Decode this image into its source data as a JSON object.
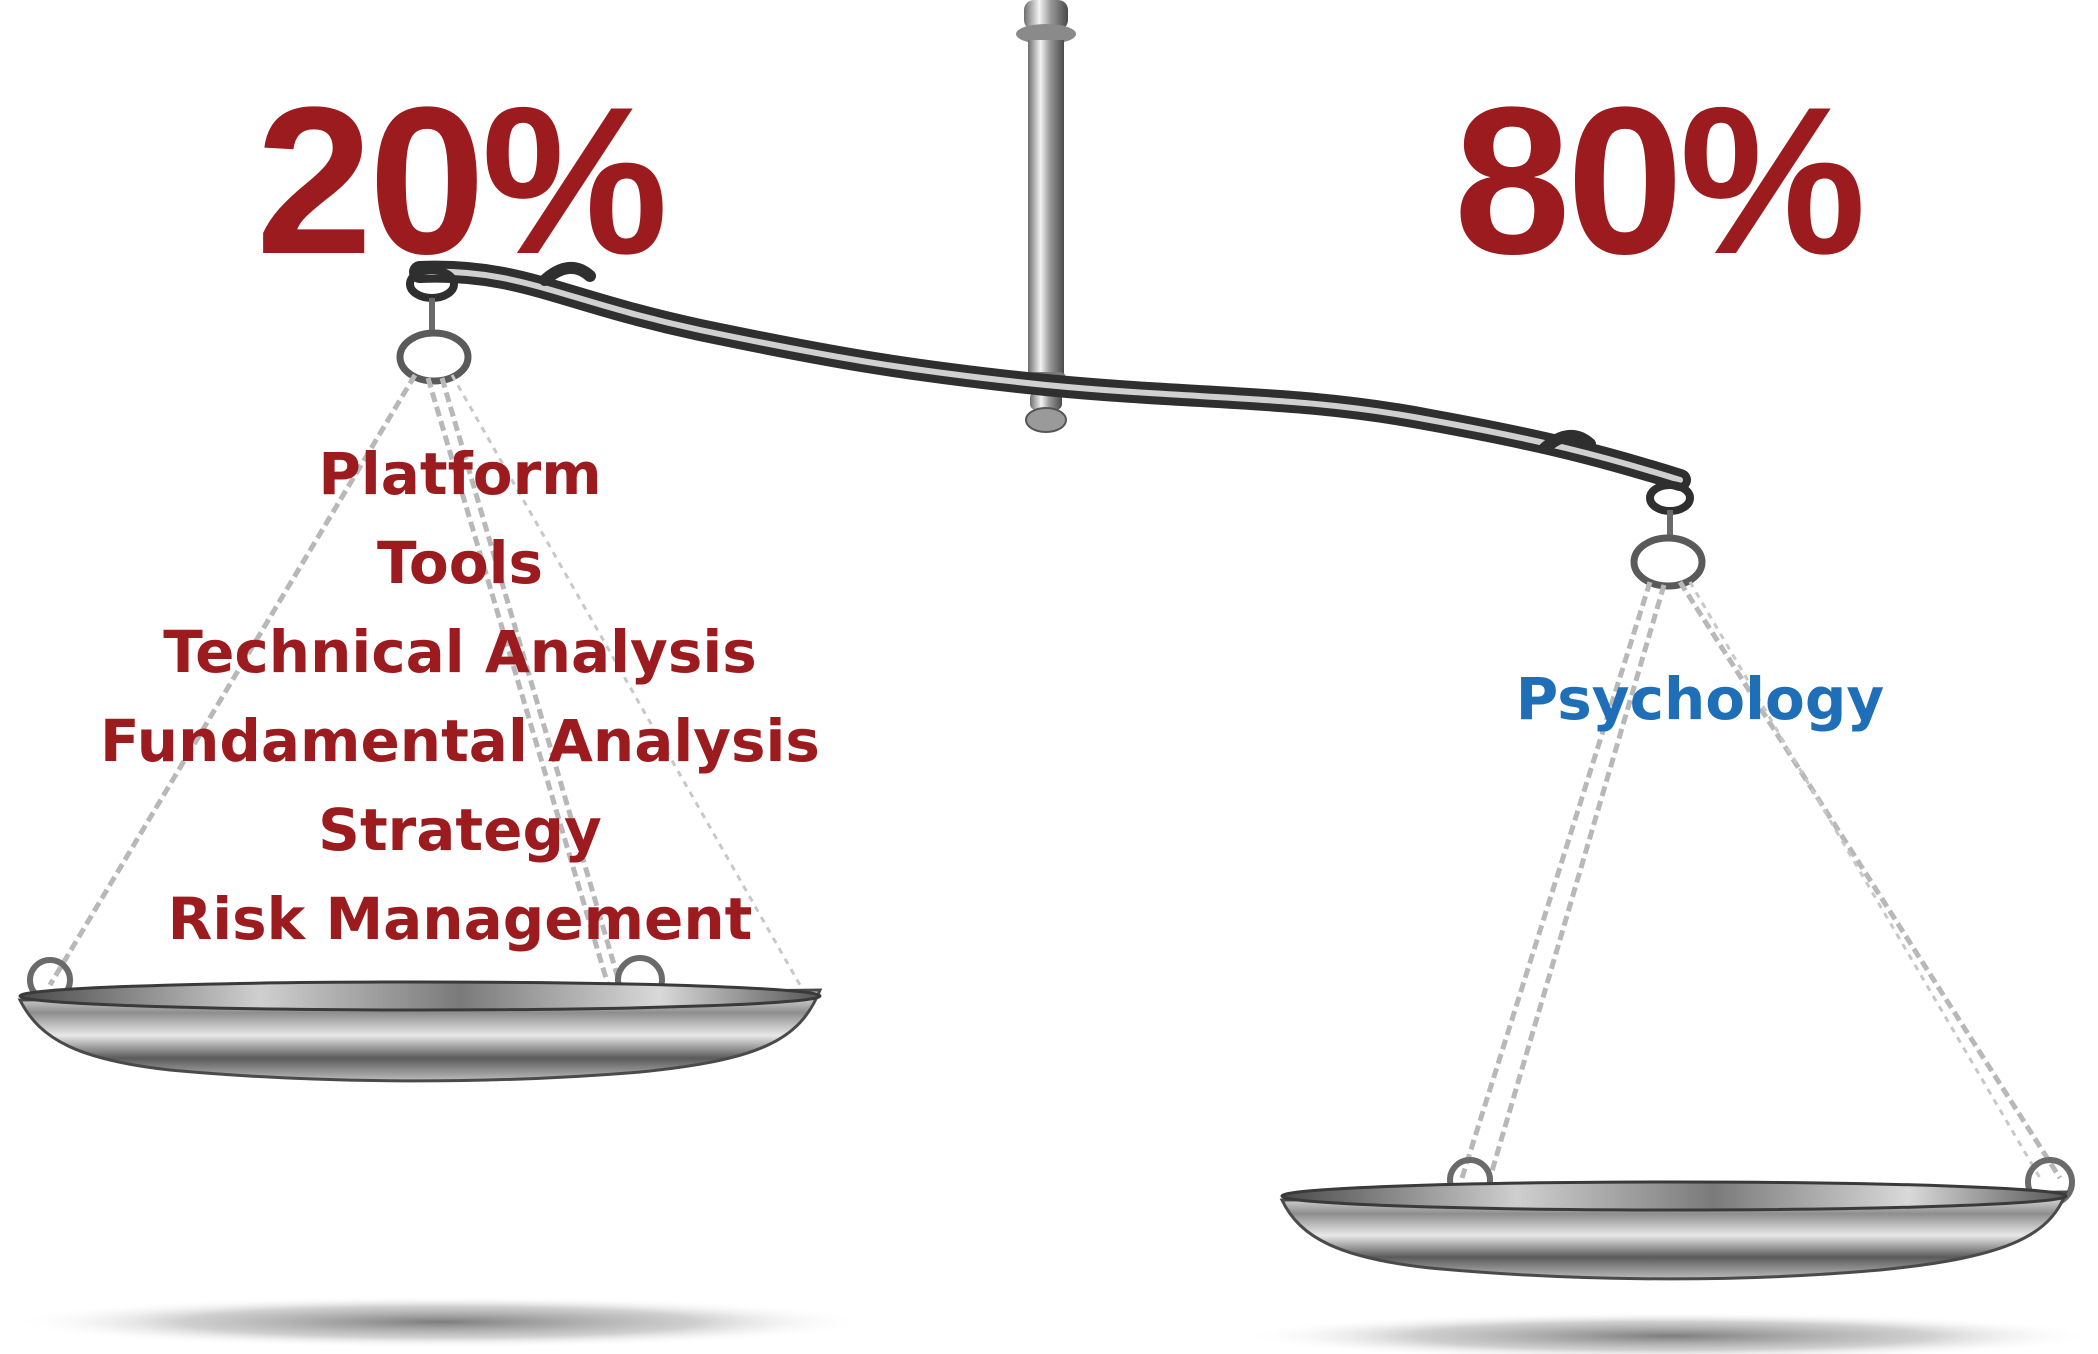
{
  "left": {
    "percent": "20%",
    "items": [
      "Platform",
      "Tools",
      "Technical Analysis",
      "Fundamental Analysis",
      "Strategy",
      "Risk Management"
    ]
  },
  "right": {
    "percent": "80%",
    "items": [
      "Psychology"
    ]
  },
  "colors": {
    "accent_red": "#9b1b1f",
    "accent_blue": "#1f6fb8",
    "metal_dark": "#3c3c3c",
    "metal_light": "#d8d8d8",
    "background": "#ffffff"
  }
}
